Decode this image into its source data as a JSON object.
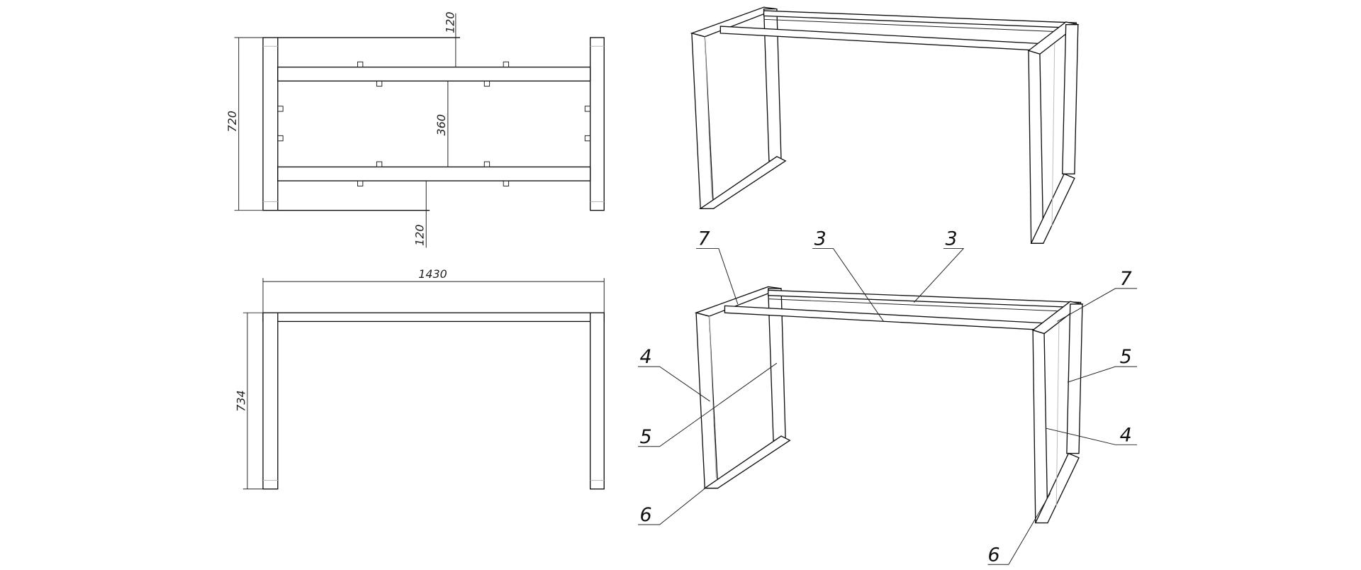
{
  "views": {
    "top_view": {
      "dimensions": {
        "depth": "720",
        "offset_top": "120",
        "rail_spacing": "360",
        "offset_bottom": "120"
      }
    },
    "front_view": {
      "dimensions": {
        "length": "1430",
        "height": "734"
      }
    },
    "exploded_view": {
      "callouts": [
        "7",
        "3",
        "3",
        "7",
        "4",
        "5",
        "5",
        "4",
        "6",
        "6"
      ]
    }
  }
}
